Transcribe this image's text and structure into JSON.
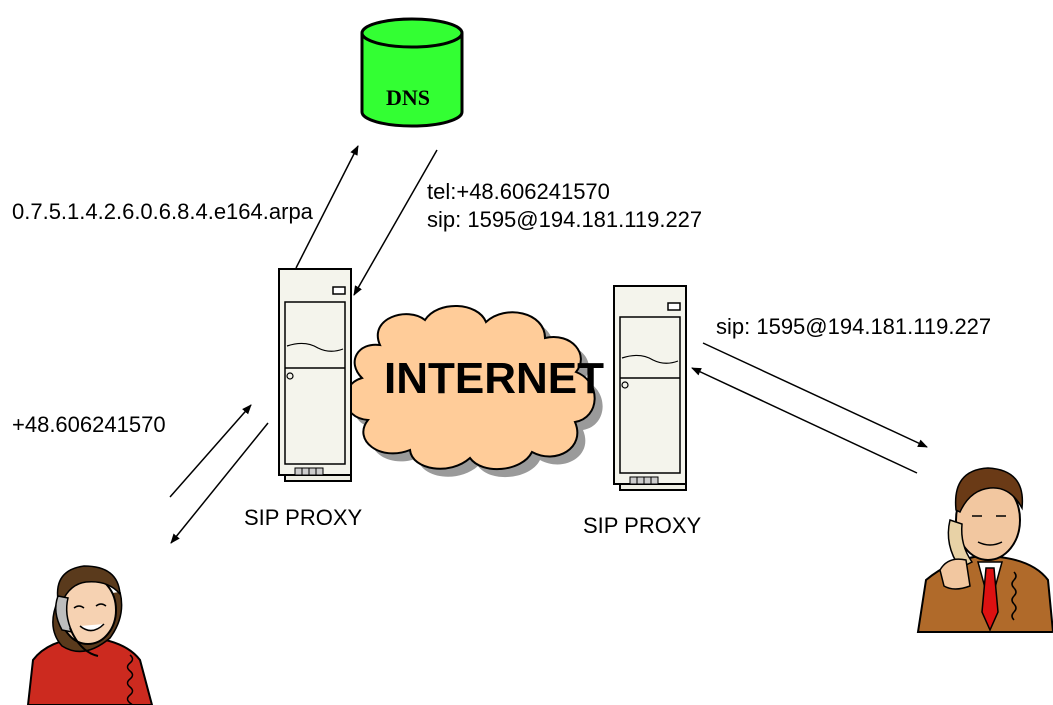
{
  "dns": {
    "label": "DNS"
  },
  "internet": {
    "label": "INTERNET"
  },
  "query": {
    "enum_domain": "0.7.5.1.4.2.6.0.6.8.4.e164.arpa"
  },
  "response": {
    "line1": "tel:+48.606241570",
    "line2": "sip: 1595@194.181.119.227"
  },
  "caller": {
    "number": "+48.606241570"
  },
  "callee": {
    "sip_uri": "sip: 1595@194.181.119.227"
  },
  "proxies": {
    "left_label": "SIP PROXY",
    "right_label": "SIP PROXY"
  },
  "colors": {
    "dns_fill": "#33ff33",
    "cloud_fill": "#ffcc99",
    "cloud_shadow": "#999999",
    "server_fill": "#f2f2ea",
    "caller_shirt": "#cc2a1f",
    "callee_suit": "#b06a2a",
    "callee_tie": "#dd1111"
  },
  "icons": [
    "dns-database-icon",
    "internet-cloud-icon",
    "server-icon",
    "woman-phone-icon",
    "man-phone-icon",
    "arrow-icon"
  ]
}
